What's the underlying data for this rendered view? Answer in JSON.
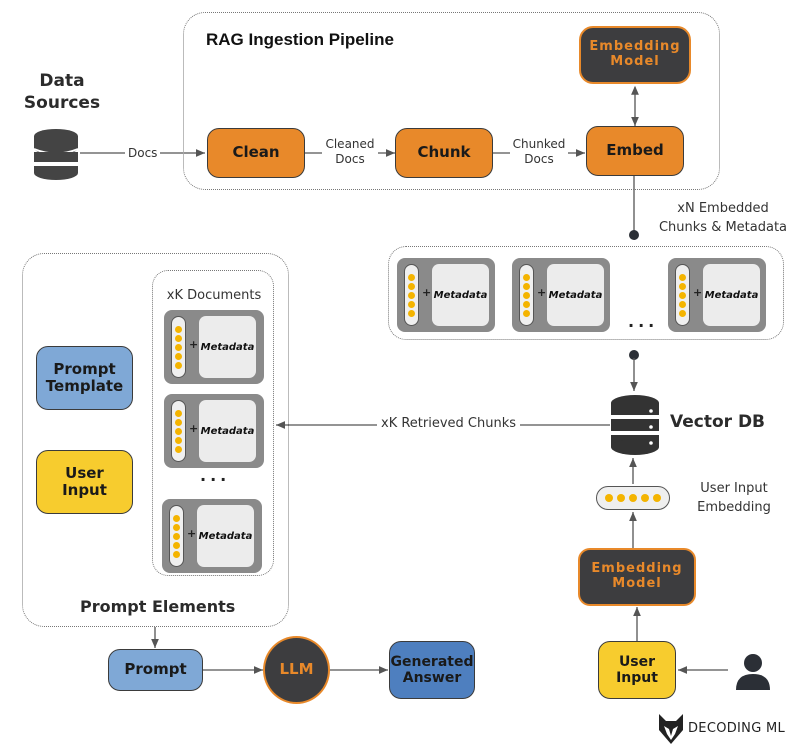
{
  "pipeline": {
    "title": "RAG Ingestion Pipeline",
    "steps": {
      "clean": "Clean",
      "chunk": "Chunk",
      "embed": "Embed"
    },
    "edges": {
      "docs": "Docs",
      "cleaned_docs": "Cleaned\nDocs",
      "chunked_docs": "Chunked\nDocs"
    },
    "embedding_model": "Embedding\nModel"
  },
  "data_sources": {
    "label": "Data\nSources",
    "icon": "database-icon"
  },
  "vector_store": {
    "embedded_label": "xN Embedded\nChunks & Metadata",
    "chunks": [
      {
        "label": "Metadata"
      },
      {
        "label": "Metadata"
      },
      {
        "label": "Metadata"
      }
    ],
    "ellipsis": "...",
    "db_label": "Vector DB"
  },
  "retrieval": {
    "edge_label": "xK Retrieved Chunks",
    "user_input_embedding": "User Input\nEmbedding",
    "embedding_model": "Embedding\nModel",
    "user_input": "User\nInput"
  },
  "prompt_elements": {
    "title": "Prompt Elements",
    "prompt_template": "Prompt\nTemplate",
    "user_input": "User\nInput",
    "documents_title": "xK Documents",
    "documents": [
      {
        "label": "Metadata"
      },
      {
        "label": "Metadata"
      },
      {
        "label": "Metadata"
      }
    ],
    "ellipsis": "..."
  },
  "generation": {
    "prompt": "Prompt",
    "llm": "LLM",
    "answer": "Generated\nAnswer"
  },
  "brand": {
    "name": "DECODING ML"
  },
  "colors": {
    "orange": "#e8892a",
    "dark": "#3d3d3f",
    "yellow": "#f7cc2e",
    "blue_light": "#7fa8d6",
    "blue": "#4e7fbf",
    "dot": "#f4b400"
  }
}
